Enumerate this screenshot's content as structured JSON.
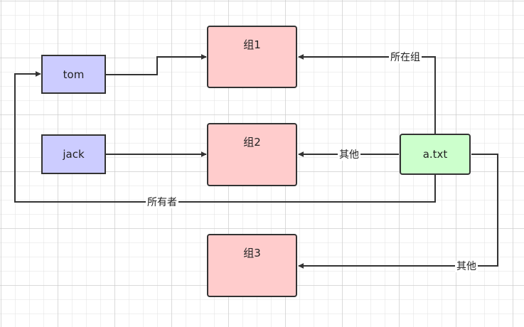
{
  "nodes": {
    "tom": "tom",
    "jack": "jack",
    "group1": "组1",
    "group2": "组2",
    "group3": "组3",
    "file": "a.txt"
  },
  "edges": {
    "file_to_group1": "所在组",
    "file_to_group2": "其他",
    "file_to_tom": "所有者",
    "file_to_group3": "其他"
  },
  "colors": {
    "user_fill": "#ccccff",
    "group_fill": "#ffcccc",
    "file_fill": "#ccffcc",
    "stroke": "#333333"
  }
}
